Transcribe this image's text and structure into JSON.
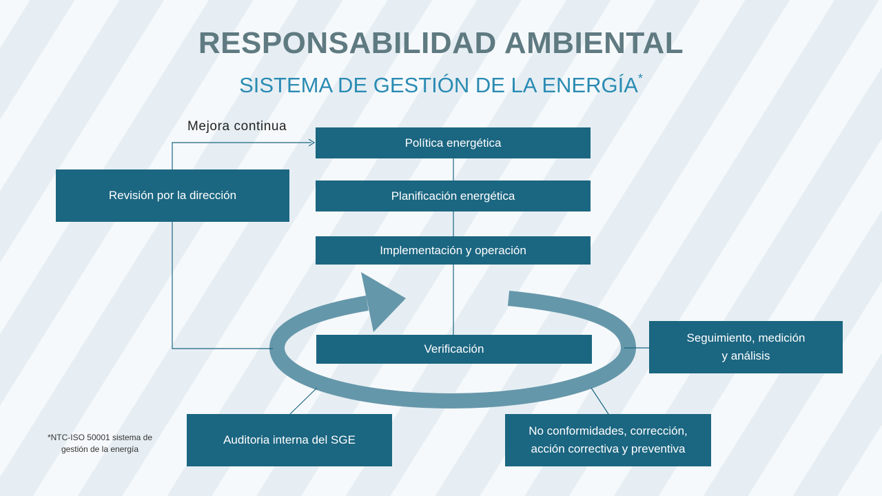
{
  "header": {
    "title": "RESPONSABILIDAD AMBIENTAL",
    "subtitle": "SISTEMA DE GESTIÓN DE LA ENERGÍA",
    "subtitle_mark": "*"
  },
  "diagram": {
    "loop_label": "Mejora continua",
    "steps": {
      "politica": "Política energética",
      "planificacion": "Planificación energética",
      "implementacion": "Implementación y operación",
      "verificacion": "Verificación",
      "revision": "Revisión por la dirección",
      "seguimiento_line1": "Seguimiento, medición",
      "seguimiento_line2": "y análisis",
      "auditoria": "Auditoria interna del SGE",
      "no_conformidades_line1": "No conformidades, corrección,",
      "no_conformidades_line2": "acción correctiva y preventiva"
    }
  },
  "footnote": {
    "line1": "*NTC-ISO 50001  sistema de",
    "line2": "gestión de la energía"
  },
  "colors": {
    "box": "#1b6681",
    "cycle_arrow": "#6597aa",
    "title": "#5f7a81",
    "subtitle": "#2a8bb3",
    "connector": "#1b6681"
  }
}
